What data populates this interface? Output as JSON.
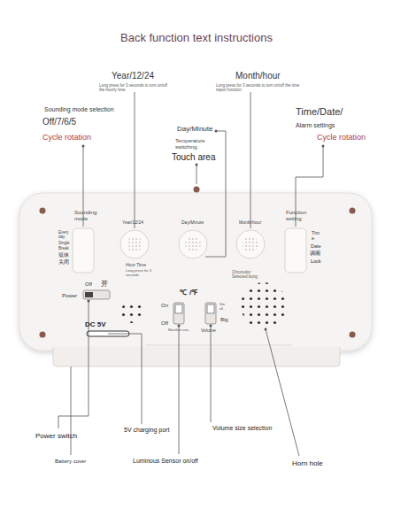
{
  "diagram": {
    "title": "Back function text instructions",
    "labels": [
      "Year/12/24",
      "Long press for 3 seconds to turn on/off the hourly time",
      "Month/hour",
      "Long press for 3 seconds to turn on/off the time report function",
      "Sounding mode selection",
      "Off/7/6/5",
      "Cycle rotation",
      "Day/Minute",
      "Temperature switching",
      "Time/Date/",
      "Alarm settings",
      "Cycle rotation",
      "Touch area",
      "Sounding mode",
      "Every day",
      "Single",
      "Break",
      "双休",
      "关闭",
      "Year/12/24",
      "Day/Minute",
      "Month/hour",
      "Function setting",
      "Tim e",
      "Date",
      "调闹",
      "Lock",
      "Hour Time",
      "Long press for 3 seconds",
      "℃",
      "/℉",
      "On",
      "Off",
      "Manifest ana",
      "Sm all",
      "Big",
      "Volume",
      "Chronodor Selected bong",
      "Off",
      "开",
      "Power",
      "DC 5V",
      "Power switch",
      "5V charging port",
      "Volume size selection",
      "Horn hole",
      "Battery cover",
      "Luminous Sensor on/off"
    ]
  }
}
